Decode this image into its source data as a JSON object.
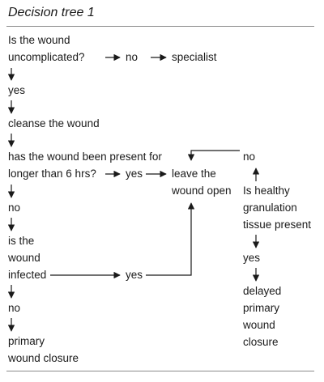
{
  "title": "Decision tree 1",
  "labels": {
    "q_uncomplicated_1": "Is the wound",
    "q_uncomplicated_2": "uncomplicated?",
    "no_1": "no",
    "specialist": "specialist",
    "yes_1": "yes",
    "cleanse": "cleanse the wound",
    "q_present_1": "has the wound been present for",
    "q_present_2": "longer than 6 hrs?",
    "yes_2": "yes",
    "leave_1": "leave the",
    "leave_2": "wound open",
    "no_2": "no",
    "no_3": "no",
    "q_infected_1": "is the",
    "q_infected_2": "wound",
    "q_infected_3": "infected",
    "yes_3": "yes",
    "no_4": "no",
    "primary_1": "primary",
    "primary_2": "wound closure",
    "q_granulation_1": "Is healthy",
    "q_granulation_2": "granulation",
    "q_granulation_3": "tissue present",
    "yes_4": "yes",
    "delayed_1": "delayed",
    "delayed_2": "primary",
    "delayed_3": "wound",
    "delayed_4": "closure"
  },
  "colors": {
    "line": "#1a1a1a",
    "rule": "#8a8a8a"
  }
}
